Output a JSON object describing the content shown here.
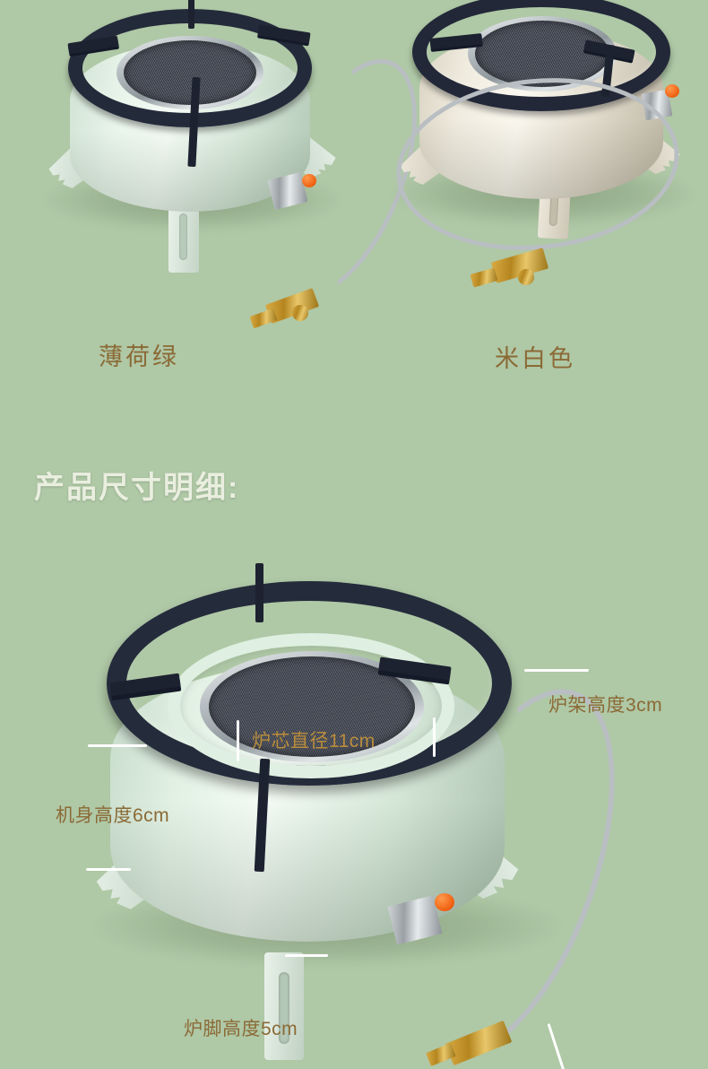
{
  "page": {
    "background_color": "#afc8a6",
    "accent_text_color": "#8b6a36",
    "title_color": "#e9eedf"
  },
  "color_variants": [
    {
      "id": "mint-green",
      "label": "薄荷绿",
      "body_color": "#dfeee3",
      "grate_color": "#222838"
    },
    {
      "id": "cream-white",
      "label": "米白色",
      "body_color": "#e4dfcf",
      "grate_color": "#222838"
    }
  ],
  "dimensions_section": {
    "heading": "产品尺寸明细:",
    "annotations": [
      {
        "id": "grate-height",
        "label": "炉架高度3cm",
        "value": "3",
        "unit": "cm",
        "part": "炉架"
      },
      {
        "id": "burner-core-diameter",
        "label": "炉芯直径11cm",
        "value": "11",
        "unit": "cm",
        "part": "炉芯"
      },
      {
        "id": "body-height",
        "label": "机身高度6cm",
        "value": "6",
        "unit": "cm",
        "part": "机身"
      },
      {
        "id": "foot-height",
        "label": "炉脚高度5cm",
        "value": "5",
        "unit": "cm",
        "part": "炉脚"
      }
    ]
  }
}
